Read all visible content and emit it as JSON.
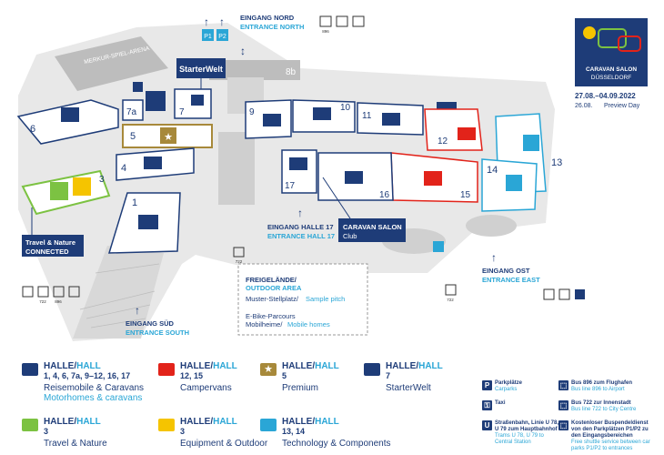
{
  "logo": {
    "line1": "CARAVAN SALON",
    "line2": "DÜSSELDORF",
    "dates": "27.08.–04.09.2022",
    "preview_date": "26.08.",
    "preview_label": "Preview Day"
  },
  "entrances": {
    "north_de": "EINGANG NORD",
    "north_en": "ENTRANCE NORTH",
    "hall17_de": "EINGANG HALLE 17",
    "hall17_en": "ENTRANCE HALL 17",
    "east_de": "EINGANG OST",
    "east_en": "ENTRANCE EAST",
    "south_de": "EINGANG SÜD",
    "south_en": "ENTRANCE SOUTH"
  },
  "arena": "MERKUR-SPIEL-ARENA",
  "building_8b": "8b",
  "starterwelt_tag": "StarterWelt",
  "club_tag": {
    "line1": "CARAVAN SALON",
    "line2": "Club"
  },
  "travel_nature_tag": {
    "line1": "Travel & Nature",
    "line2": "CONNECTED"
  },
  "halls": [
    "1",
    "3",
    "4",
    "5",
    "6",
    "7a",
    "7",
    "9",
    "10",
    "11",
    "12",
    "13",
    "14",
    "15",
    "16",
    "17"
  ],
  "parking": {
    "p1": "P1",
    "p2": "P2"
  },
  "bus_numbers": {
    "b896": "896",
    "b722": "722"
  },
  "outdoor": {
    "title_de": "FREIGELÄNDE/",
    "title_en": "OUTDOOR AREA",
    "line1_de": "Muster-Stellplatz/",
    "line1_en": "Sample pitch",
    "line2": "E-Bike-Parcours",
    "line3_de": "Mobilheime/",
    "line3_en": "Mobile homes"
  },
  "legend": [
    {
      "title_de": "HALLE/",
      "title_en": "HALL",
      "halls": "1, 4, 6, 7a, 9–12, 16, 17",
      "de": "Reisemobile & Caravans",
      "en": "Motorhomes & caravans",
      "color": "#1e3c78",
      "icon": "motorhome-icon"
    },
    {
      "title_de": "HALLE/",
      "title_en": "HALL",
      "halls": "12, 15",
      "de": "Campervans",
      "en": "",
      "color": "#e2231a",
      "icon": "campervan-icon"
    },
    {
      "title_de": "HALLE/",
      "title_en": "HALL",
      "halls": "5",
      "de": "Premium",
      "en": "",
      "color": "#a7893a",
      "icon": "star-icon"
    },
    {
      "title_de": "HALLE/",
      "title_en": "HALL",
      "halls": "7",
      "de": "StarterWelt",
      "en": "",
      "color": "#1e3c78",
      "icon": "starterwelt-icon"
    },
    {
      "title_de": "HALLE/",
      "title_en": "HALL",
      "halls": "3",
      "de": "Travel & Nature",
      "en": "",
      "color": "#7cc242",
      "icon": "compass-icon"
    },
    {
      "title_de": "HALLE/",
      "title_en": "HALL",
      "halls": "3",
      "de": "Equipment & Outdoor",
      "en": "",
      "color": "#f5c400",
      "icon": "tent-icon"
    },
    {
      "title_de": "HALLE/",
      "title_en": "HALL",
      "halls": "13, 14",
      "de": "Technology & Components",
      "en": "",
      "color": "#2aa6d6",
      "icon": "phone-icon"
    }
  ],
  "services": [
    {
      "icon": "P",
      "name": "parking-icon",
      "de": "Parkplätze",
      "en": "Carparks"
    },
    {
      "icon": "⚿",
      "name": "taxi-icon",
      "de": "Taxi",
      "en": ""
    },
    {
      "icon": "U",
      "name": "tram-icon",
      "de": "Straßenbahn, Linie U 78, U 79 zum Hauptbahnhof",
      "en": "Trams U 78, U 79 to Central Station"
    },
    {
      "icon": "⬚",
      "name": "bus-airport-icon",
      "de": "Bus 896 zum Flughafen",
      "en": "Bus line 896 to Airport"
    },
    {
      "icon": "⬚",
      "name": "bus-city-icon",
      "de": "Bus 722 zur Innenstadt",
      "en": "Bus line 722 to City Centre"
    },
    {
      "icon": "⬚",
      "name": "shuttle-icon",
      "de": "Kostenloser Buspendeldienst von den Parkplätzen P1/P2 zu den Eingangsbereichen",
      "en": "Free shuttle service between car parks P1/P2 to entrances"
    }
  ],
  "colors": {
    "navy": "#1e3c78",
    "cyan": "#2aa6d6",
    "red": "#e2231a",
    "gold": "#a7893a",
    "green": "#7cc242",
    "yellow": "#f5c400",
    "ground": "#e6e6e6"
  }
}
